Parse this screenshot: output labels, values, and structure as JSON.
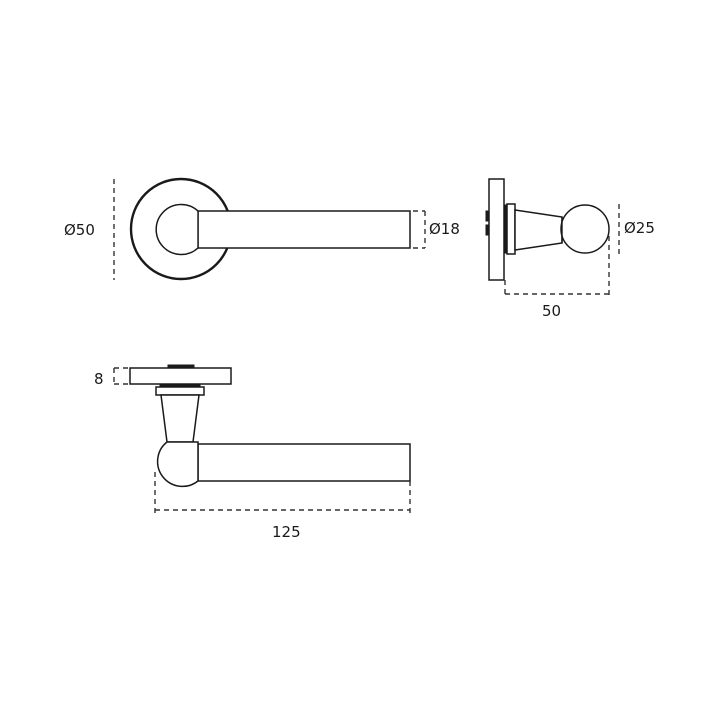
{
  "drawing": {
    "front_view": {
      "rose_diameter_label": "Ø50",
      "lever_diameter_label": "Ø18"
    },
    "side_view": {
      "knob_diameter_label": "Ø25",
      "projection_label": "50"
    },
    "top_view": {
      "rose_thickness_label": "8",
      "lever_length_label": "125"
    }
  },
  "colors": {
    "line": "#1a1a1a",
    "background": "#ffffff"
  }
}
